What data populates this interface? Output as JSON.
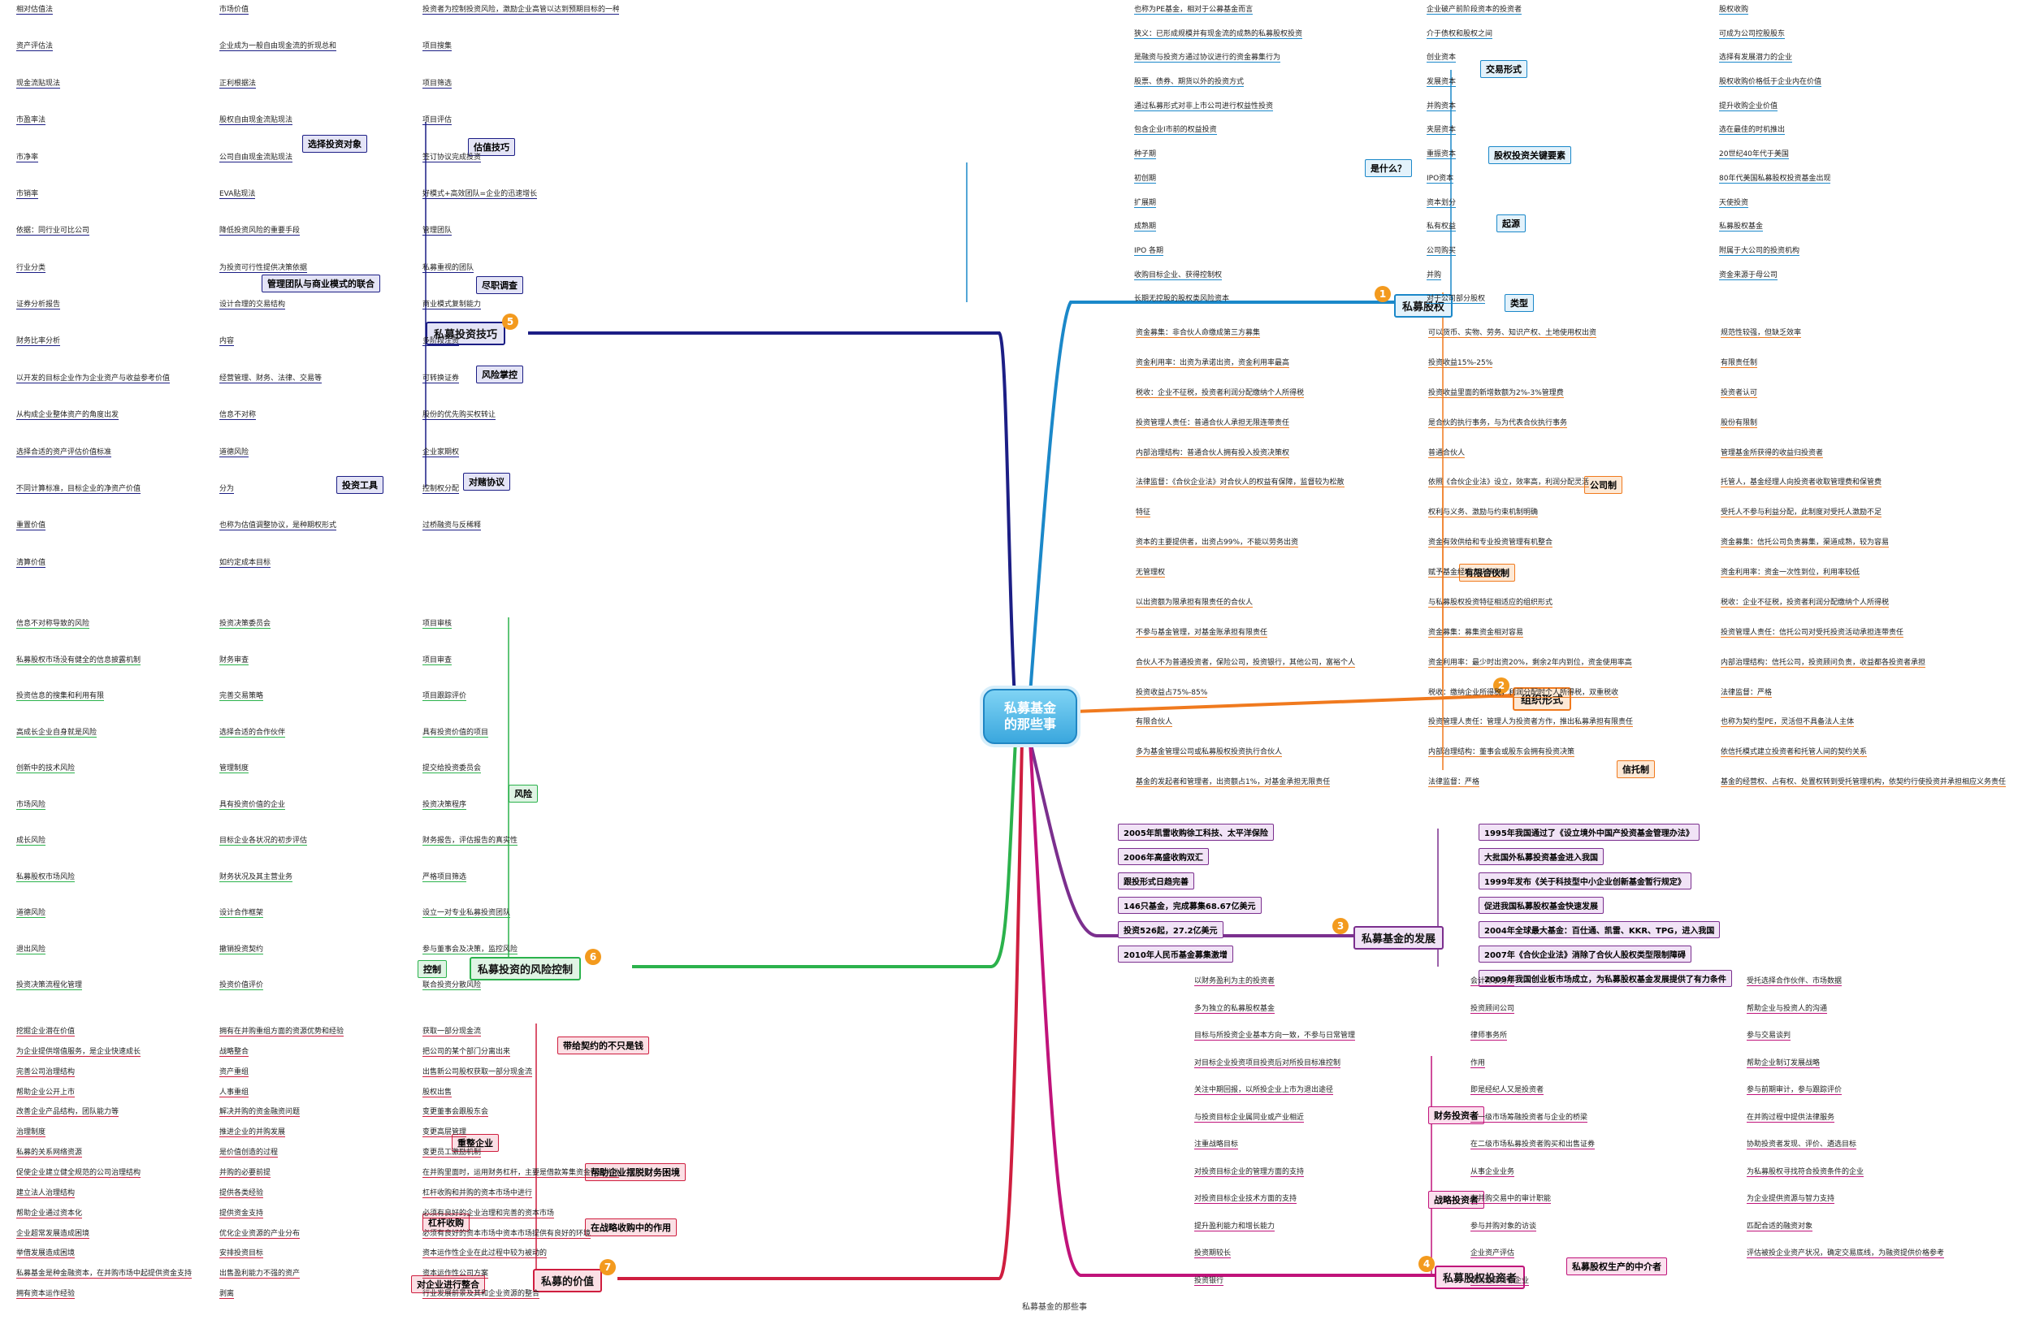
{
  "center": {
    "line1": "私募基金",
    "line2": "的那些事"
  },
  "branches": {
    "b1": {
      "label": "私募股权",
      "num": "1",
      "color": "#1b88c9",
      "subs": {
        "what": "是什么？",
        "trade": "交易形式",
        "key": "股权投资关键要素",
        "origin": "起源",
        "type": "类型"
      },
      "leaves": [
        "也称为PE基金，相对于公募基金而言",
        "狭义：已形成规模并有现金流的成熟的私募股权投资",
        "是融资与投资方通过协议进行的资金募集行为",
        "股票、债券、期货以外的投资方式",
        "通过私募形式对非上市公司进行权益性投资",
        "包含企业Ⅰ市前的权益投资",
        "种子期",
        "初创期",
        "扩展期",
        "成熟期",
        "IPO 各期",
        "收购目标企业、获得控制权",
        "长期无控股的股权类风险资本",
        "企业破产前阶段资本的投资者",
        "介于债权和股权之间",
        "创业资本",
        "发展资本",
        "并购资本",
        "夹层资本",
        "重振资本",
        "IPO资本",
        "资本划分",
        "私有权益",
        "公司购买",
        "并购",
        "对于公司部分股权",
        "股权收购",
        "可成为公司控股股东",
        "选择有发展潜力的企业",
        "股权收购价格低于企业内在价值",
        "提升收购企业价值",
        "选在最佳的时机推出",
        "20世纪40年代于美国",
        "80年代美国私募股权投资基金出现",
        "天使投资",
        "私募股权基金",
        "附属于大公司的投资机构",
        "资金来源于母公司"
      ]
    },
    "b2": {
      "label": "组织形式",
      "num": "2",
      "color": "#f07a1e",
      "subs": {
        "partner": "有限合伙制",
        "company": "公司制",
        "trust": "信托制"
      },
      "leaves": [
        "资金募集：非合伙人命缴成第三方募集",
        "资金利用率：出资为承诺出资，资金利用率最高",
        "税收：企业不征税，投资者利润分配缴纳个人所得税",
        "投资管理人责任：普通合伙人承担无限连带责任",
        "内部治理结构：普通合伙人拥有投入投资决策权",
        "法律监督：《合伙企业法》对合伙人的权益有保障，监督较为松散",
        "特征",
        "资本的主要提供者，出资占99%，不能以劳务出资",
        "无管理权",
        "以出资额为限承担有限责任的合伙人",
        "不参与基金管理，对基金账承担有限责任",
        "合伙人不为普通投资者，保险公司，投资银行，其他公司，富裕个人",
        "投资收益占75%-85%",
        "有限合伙人",
        "多为基金管理公司或私募股权投资执行合伙人",
        "基金的发起者和管理者，出资额占1%，对基金承担无限责任",
        "可以货币、实物、劳务、知识产权、土地使用权出资",
        "投资收益15%-25%",
        "投资收益里面的新增数额为2%-3%管理费",
        "是合伙的执行事务，与为代表合伙执行事务",
        "普通合伙人",
        "依照《合伙企业法》设立，效率高，利润分配灵活",
        "权利与义务、激励与约束机制明确",
        "资金有效供给和专业投资管理有机整合",
        "赋予基金经理人决策权",
        "与私募股权投资特征相适应的组织形式",
        "资金募集：募集资金相对容易",
        "资金利用率：最少时出资20%，剩余2年内到位，资金使用率高",
        "税收：缴纳企业所得税，利润分配时个人所得税，双重税收",
        "投资管理人责任：管理人为投资者方作，推出私募承担有限责任",
        "内部治理结构：董事会或股东会拥有投资决策",
        "法律监督：严格",
        "规范性较强，但缺乏效率",
        "有限责任制",
        "投资者认可",
        "股份有限制",
        "管理基金所获得的收益归投资者",
        "托管人，基金经理人向投资者收取管理费和保管费",
        "受托人不参与利益分配，此制度对受托人激励不足",
        "资金募集：信托公司负责募集，渠道成熟，较为容易",
        "资金利用率：资金一次性到位，利用率较低",
        "税收：企业不征税，投资者利润分配缴纳个人所得税",
        "投资管理人责任：信托公司对受托投资活动承担连带责任",
        "内部治理结构：信托公司，投资顾问负责，收益都各投资者承担",
        "法律监督：严格",
        "也称为契约型PE，灵活但不具备法人主体",
        "依信托模式建立投资者和托管人间的契约关系",
        "基金的经营权、占有权、处置权转到受托管理机构，依契约行使投资并承担相应义务责任"
      ]
    },
    "b3": {
      "label": "私募基金的发展",
      "num": "3",
      "color": "#7b2f8e",
      "events": [
        "2005年凯雷收购徐工科技、太平洋保险",
        "2006年高盛收购双汇",
        "跟投形式日趋完善",
        "146只基金，完成募集68.67亿美元",
        "投资526起，27.2亿美元",
        "2010年人民币基金募集激增",
        "1995年我国通过了《设立境外中国产投资基金管理办法》",
        "大批国外私募投资基金进入我国",
        "1999年发布《关于科技型中小企业创新基金暂行规定》",
        "促进我国私募股权基金快速发展",
        "2004年全球最大基金：百仕通、凯雷、KKR、TPG，进入我国",
        "2007年《合伙企业法》消除了合伙人股权类型限制障碍",
        "2009年我国创业板市场成立，为私募股权基金发展提供了有力条件"
      ]
    },
    "b4": {
      "label": "私募股权投资者",
      "num": "4",
      "color": "#c0137a",
      "subs": {
        "financial": "财务投资者",
        "strategic": "战略投资者",
        "middle": "私募股权生产的中介者"
      },
      "leaves": [
        "以财务盈利为主的投资者",
        "多为独立的私募股权基金",
        "目标与所投资企业基本方向一致，不参与日常管理",
        "对目标企业投资项目投资后对所投目标准控制",
        "关注中期回报，以所投企业上市为退出途径",
        "与投资目标企业属同业或产业相近",
        "注重战略目标",
        "对投资目标企业的管理方面的支持",
        "对投资目标企业技术方面的支持",
        "提升盈利能力和增长能力",
        "投资期较长",
        "投资银行",
        "会计师事务所",
        "投资顾问公司",
        "律师事务所",
        "作用",
        "即是经纪人又是投资者",
        "在一级市场筹融投资者与企业的桥梁",
        "在二级市场私募投资者购买和出售证券",
        "从事企业业务",
        "在并购交易中的审计职能",
        "参与并购对象的访谈",
        "企业资产评估",
        "帮助选择目标企业",
        "受托选择合作伙伴、市场数据",
        "帮助企业与投资人的沟通",
        "参与交易谈判",
        "帮助企业制订发展战略",
        "参与前期审计，参与跟踪评价",
        "在并购过程中提供法律服务",
        "协助投资者发现、评价、遴选目标",
        "为私募股权寻找符合投资条件的企业",
        "为企业提供资源与智力支持",
        "匹配合适的融资对象",
        "评估被投企业资产状况，确定交易底线，为融资提供价格参考"
      ]
    },
    "b5": {
      "label": "私募投资技巧",
      "num": "5",
      "color": "#1c1e85",
      "subs": {
        "valuation": "估值技巧",
        "diligence": "尽职调查",
        "risk": "风险掌控",
        "bet": "对赌协议",
        "select": "选择投资对象",
        "team": "管理团队与商业模式的联合",
        "tools": "投资工具"
      },
      "leaves": [
        "相对估值法",
        "资产评估法",
        "现金流贴现法",
        "市盈率法",
        "市净率",
        "市销率",
        "依据：同行业可比公司",
        "行业分类",
        "证券分析报告",
        "财务比率分析",
        "以开发的目标企业作为企业资产与收益参考价值",
        "从构成企业整体资产的角度出发",
        "选择合适的资产评估价值标准",
        "不同计算标准，目标企业的净资产价值",
        "重置价值",
        "清算价值",
        "市场价值",
        "企业成为一般自由现金流的折现总和",
        "正利根据法",
        "股权自由现金流贴现法",
        "公司自由现金流贴现法",
        "EVA贴现法",
        "降低投资风险的重要手段",
        "为投资可行性提供决策依据",
        "设计合理的交易结构",
        "内容",
        "经营管理、财务、法律、交易等",
        "信息不对称",
        "道德风险",
        "分为",
        "也称为估值调整协议，是种期权形式",
        "如约定成本目标",
        "投资者为控制投资风险，激励企业高管以达到预期目标的一种机制",
        "项目搜集",
        "项目筛选",
        "项目评估",
        "签订协议完成投资",
        "好模式+高效团队=企业的迅速增长",
        "管理团队",
        "私募重视的团队",
        "商业模式复制能力",
        "多阶段注资",
        "可转换证券",
        "股份的优先购买权转让",
        "企业家期权",
        "控制权分配",
        "过桥融资与反稀释"
      ]
    },
    "b6": {
      "label": "私募投资的风险控制",
      "num": "6",
      "color": "#2bb24c",
      "subs": {
        "risk": "风险",
        "control": "控制"
      },
      "leaves": [
        "信息不对称导致的风险",
        "私募股权市场没有健全的信息披露机制",
        "投资信息的搜集和利用有限",
        "高成长企业自身就是风险",
        "创新中的技术风险",
        "市场风险",
        "成长风险",
        "私募股权市场风险",
        "道德风险",
        "退出风险",
        "投资决策流程化管理",
        "投资决策委员会",
        "财务审查",
        "完善交易策略",
        "选择合适的合作伙伴",
        "管理制度",
        "具有投资价值的企业",
        "目标企业各状况的初步评估",
        "财务状况及其主营业务",
        "设计合作框架",
        "撤销投资契约",
        "投资价值评价",
        "项目审核",
        "项目审查",
        "项目跟踪评价",
        "具有投资价值的项目",
        "提交给投资委员会",
        "投资决策程序",
        "财务报告，评估报告的真实性",
        "严格项目筛选",
        "设立一对专业私募投资团队",
        "参与董事会及决策，监控风险",
        "联合投资分散风险"
      ]
    },
    "b7": {
      "label": "私募的价值",
      "num": "7",
      "color": "#cf1e3f",
      "subs": {
        "bind": "带给契约的不只是钱",
        "finance": "帮助企业摆脱财务困境",
        "strategy": "在战略收购中的作用",
        "integration": "重整企业",
        "buyout": "杠杆收购",
        "optimize": "对企业进行整合"
      },
      "leaves": [
        "挖掘企业潜在价值",
        "为企业提供增值服务，是企业快速成长",
        "完善公司治理结构",
        "帮助企业公开上市",
        "改善企业产品结构，团队能力等",
        "治理制度",
        "私募的关系网络资源",
        "促使企业建立健全规范的公司治理结构",
        "建立法人治理结构",
        "帮助企业通过资本化",
        "企业超常发展造成困境",
        "举借发展造成困境",
        "私募基金是种金融资本，在并购市场中起提供资金支持",
        "拥有资本运作经验",
        "拥有在并购重组方面的资源优势和经验",
        "战略整合",
        "资产重组",
        "人事重组",
        "解决并购的资金融资问题",
        "推进企业的并购发展",
        "是价值创造的过程",
        "并购的必要前提",
        "提供各类经验",
        "提供资金支持",
        "优化企业资源的产业分布",
        "安排投资目标",
        "出售盈利能力不强的资产",
        "剥离",
        "获取一部分现金流",
        "把公司的某个部门分离出来",
        "出售新公司股权获取一部分现金流",
        "股权出售",
        "变更董事会跟股东会",
        "变更高层管理",
        "变更员工激励机制",
        "在并购里面时，运用财务杠杆，主要是借款筹集资金，再将收购和资金的一种资本运作方式",
        "杠杆收购和并购的资本市场中进行",
        "必须有良好的企业治理和完善的资本市场",
        "必须有良好的资本市场中资本市场提供有良好的环境",
        "资本运作性企业在此过程中较为被动的",
        "资本运作性公司方案",
        "行业发展前景及其和企业资源的整合"
      ]
    },
    "c3": {
      "label": "私募基金的发展",
      "num": "3"
    }
  },
  "footer": {
    "text": "私募基金的那些事"
  },
  "colors": {
    "b1": "#1b88c9",
    "b2": "#f07a1e",
    "b3": "#7b2f8e",
    "b4": "#c0137a",
    "b5": "#1c1e85",
    "b6": "#2bb24c",
    "b7": "#cf1e3f",
    "badge": "#f39a1e"
  }
}
